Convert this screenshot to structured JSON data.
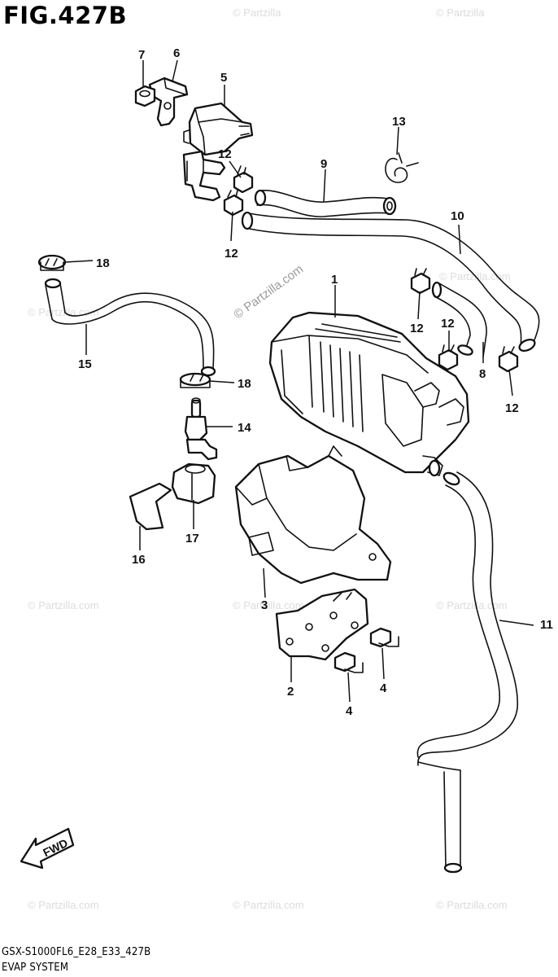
{
  "figure": {
    "title": "FIG.427B"
  },
  "footer": {
    "model_code": "GSX-S1000FL6_E28_E33_427B",
    "section_name": "EVAP SYSTEM"
  },
  "watermark": {
    "text": "© Partzilla.com",
    "short": "© Partzilla",
    "main": "© Partzilla.com"
  },
  "fwd_label": "FWD",
  "labels": {
    "l1": "1",
    "l2": "2",
    "l3": "3",
    "l4a": "4",
    "l4b": "4",
    "l5": "5",
    "l6": "6",
    "l7": "7",
    "l8": "8",
    "l9": "9",
    "l10": "10",
    "l11": "11",
    "l12a": "12",
    "l12b": "12",
    "l12c": "12",
    "l12d": "12",
    "l12e": "12",
    "l13": "13",
    "l14": "14",
    "l15": "15",
    "l16": "16",
    "l17": "17",
    "l18a": "18",
    "l18b": "18"
  },
  "colors": {
    "line": "#111111",
    "watermark": "#dcdcdc"
  }
}
